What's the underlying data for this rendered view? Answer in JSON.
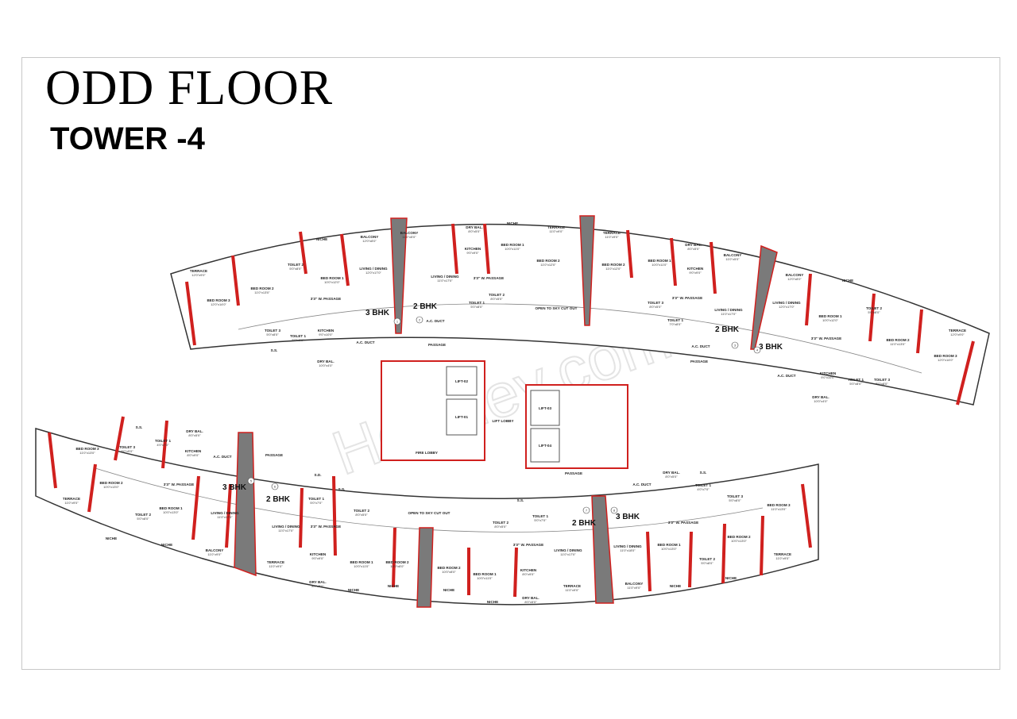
{
  "title": "ODD FLOOR",
  "subtitle": "TOWER -4",
  "watermark": "Housiey.com",
  "colors": {
    "wall_red": "#d0201e",
    "wall_grey": "#7a7a7a",
    "furniture": "#e040e0",
    "niche_blue": "#4a4adf"
  },
  "rooms": [
    {
      "label": "TERRACE",
      "dim": "12'0\"x9'0\""
    },
    {
      "label": "BED ROOM 3",
      "dim": "12'0\"x14'0\""
    },
    {
      "label": "BED ROOM 2",
      "dim": "11'0\"x13'0\""
    },
    {
      "label": "TOILET 2",
      "dim": "5'0\"x8'0\""
    },
    {
      "label": "BED ROOM 1",
      "dim": "10'0\"x12'0\""
    },
    {
      "label": "NICHE",
      "dim": ""
    },
    {
      "label": "BALCONY",
      "dim": "12'0\"x8'0\""
    },
    {
      "label": "LIVING / DINING",
      "dim": "12'0\"x17'0\""
    },
    {
      "label": "3'3\" W. PASSAGE",
      "dim": ""
    },
    {
      "label": "TOILET 3",
      "dim": "5'0\"x8'0\""
    },
    {
      "label": "TOILET 1",
      "dim": "5'0\"x8'0\""
    },
    {
      "label": "KITCHEN",
      "dim": "9'0\"x10'0\""
    },
    {
      "label": "DRY BAL.",
      "dim": "10'0\"x4'0\""
    },
    {
      "label": "S.S.",
      "dim": ""
    },
    {
      "label": "A.C. DUCT",
      "dim": ""
    },
    {
      "label": "BALCONY",
      "dim": "11'0\"x5'0\""
    },
    {
      "label": "DRY BAL.",
      "dim": "8'0\"x5'0\""
    },
    {
      "label": "NICHE",
      "dim": ""
    },
    {
      "label": "TERRACE",
      "dim": "11'0\"x9'0\""
    },
    {
      "label": "KITCHEN",
      "dim": "9'0\"x9'0\""
    },
    {
      "label": "BED ROOM 1",
      "dim": "10'0\"x11'0\""
    },
    {
      "label": "BED ROOM 2",
      "dim": "11'0\"x12'0\""
    },
    {
      "label": "LIVING / DINING",
      "dim": "11'0\"x17'0\""
    },
    {
      "label": "3'3\" W. PASSAGE",
      "dim": ""
    },
    {
      "label": "TOILET 1",
      "dim": "5'0\"x8'0\""
    },
    {
      "label": "TOILET 2",
      "dim": "8'0\"x5'0\""
    },
    {
      "label": "OPEN TO SKY CUT OUT",
      "dim": ""
    },
    {
      "label": "A.C. DUCT",
      "dim": ""
    },
    {
      "label": "PASSAGE",
      "dim": ""
    },
    {
      "label": "TERRACE",
      "dim": "11'0\"x9'0\""
    },
    {
      "label": "BED ROOM 2",
      "dim": "11'0\"x12'0\""
    },
    {
      "label": "BED ROOM 1",
      "dim": "10'0\"x11'0\""
    },
    {
      "label": "DRY BAL.",
      "dim": "8'0\"x5'0\""
    },
    {
      "label": "KITCHEN",
      "dim": "9'0\"x9'0\""
    },
    {
      "label": "BALCONY",
      "dim": "11'0\"x5'0\""
    },
    {
      "label": "3'3\" W. PASSAGE",
      "dim": ""
    },
    {
      "label": "TOILET 3",
      "dim": "8'0\"x5'0\""
    },
    {
      "label": "TOILET 1",
      "dim": "7'0\"x8'0\""
    },
    {
      "label": "LIVING / DINING",
      "dim": "11'0\"x17'0\""
    },
    {
      "label": "A.C. DUCT",
      "dim": ""
    },
    {
      "label": "PASSAGE",
      "dim": ""
    },
    {
      "label": "BALCONY",
      "dim": "12'0\"x8'0\""
    },
    {
      "label": "LIVING / DINING",
      "dim": "12'0\"x17'0\""
    },
    {
      "label": "NICHE",
      "dim": ""
    },
    {
      "label": "BED ROOM 1",
      "dim": "10'0\"x12'0\""
    },
    {
      "label": "TOILET 2",
      "dim": "5'0\"x8'0\""
    },
    {
      "label": "BED ROOM 2",
      "dim": "11'0\"x13'0\""
    },
    {
      "label": "TERRACE",
      "dim": "12'0\"x9'0\""
    },
    {
      "label": "BED ROOM 3",
      "dim": "12'0\"x14'0\""
    },
    {
      "label": "3'3\" W. PASSAGE",
      "dim": ""
    },
    {
      "label": "KITCHEN",
      "dim": "9'0\"x10'0\""
    },
    {
      "label": "TOILET 1",
      "dim": "5'0\"x8'0\""
    },
    {
      "label": "TOILET 3",
      "dim": "5'0\"x8'0\""
    },
    {
      "label": "DRY BAL.",
      "dim": "10'0\"x4'0\""
    },
    {
      "label": "A.C. DUCT",
      "dim": ""
    },
    {
      "label": "BED ROOM 3",
      "dim": "11'0\"x13'0\""
    },
    {
      "label": "TERRACE",
      "dim": "11'0\"x9'0\""
    },
    {
      "label": "S.S.",
      "dim": ""
    },
    {
      "label": "TOILET 3",
      "dim": "8'0\"x5'0\""
    },
    {
      "label": "TOILET 1",
      "dim": "4'0\"x7'0\""
    },
    {
      "label": "DRY BAL.",
      "dim": "8'0\"x5'0\""
    },
    {
      "label": "KITCHEN",
      "dim": "8'0\"x9'0\""
    },
    {
      "label": "A.C. DUCT",
      "dim": ""
    },
    {
      "label": "BED ROOM 2",
      "dim": "10'0\"x13'0\""
    },
    {
      "label": "3'3\" W. PASSAGE",
      "dim": ""
    },
    {
      "label": "TOILET 2",
      "dim": "5'0\"x8'0\""
    },
    {
      "label": "BED ROOM 1",
      "dim": "10'0\"x13'0\""
    },
    {
      "label": "LIVING / DINING",
      "dim": "11'0\"x17'0\""
    },
    {
      "label": "NICHE",
      "dim": ""
    },
    {
      "label": "NICHE",
      "dim": ""
    },
    {
      "label": "BALCONY",
      "dim": "11'0\"x9'0\""
    },
    {
      "label": "PASSAGE",
      "dim": ""
    },
    {
      "label": "TOILET 1",
      "dim": "5'0\"x7'0\""
    },
    {
      "label": "S.D.",
      "dim": ""
    },
    {
      "label": "S.S.",
      "dim": ""
    },
    {
      "label": "TOILET 2",
      "dim": "8'0\"x5'0\""
    },
    {
      "label": "LIVING / DINING",
      "dim": "11'0\"x17'0\""
    },
    {
      "label": "3'3\" W. PASSAGE",
      "dim": ""
    },
    {
      "label": "KITCHEN",
      "dim": "9'0\"x9'0\""
    },
    {
      "label": "TERRACE",
      "dim": "11'0\"x9'0\""
    },
    {
      "label": "DRY BAL.",
      "dim": "8'0\"x5'0\""
    },
    {
      "label": "BED ROOM 1",
      "dim": "10'0\"x11'0\""
    },
    {
      "label": "BED ROOM 2",
      "dim": "10'0\"x8'0\""
    },
    {
      "label": "NICHE",
      "dim": ""
    },
    {
      "label": "NICHE",
      "dim": ""
    },
    {
      "label": "OPEN TO SKY CUT OUT",
      "dim": ""
    },
    {
      "label": "FIRE LOBBY",
      "dim": ""
    },
    {
      "label": "S.S.",
      "dim": ""
    },
    {
      "label": "TOILET 2",
      "dim": "8'0\"x5'0\""
    },
    {
      "label": "TOILET 1",
      "dim": "5'0\"x7'0\""
    },
    {
      "label": "BED ROOM 2",
      "dim": "10'0\"x8'0\""
    },
    {
      "label": "BED ROOM 1",
      "dim": "10'0\"x11'0\""
    },
    {
      "label": "KITCHEN",
      "dim": "8'0\"x9'0\""
    },
    {
      "label": "3'3\" W. PASSAGE",
      "dim": ""
    },
    {
      "label": "LIVING / DINING",
      "dim": "11'0\"x17'0\""
    },
    {
      "label": "TERRACE",
      "dim": "11'0\"x9'0\""
    },
    {
      "label": "DRY BAL.",
      "dim": "8'0\"x5'0\""
    },
    {
      "label": "NICHE",
      "dim": ""
    },
    {
      "label": "NICHE",
      "dim": ""
    },
    {
      "label": "LIVING / DINING",
      "dim": "11'0\"x18'0\""
    },
    {
      "label": "BALCONY",
      "dim": "11'0\"x9'0\""
    },
    {
      "label": "BED ROOM 1",
      "dim": "10'0\"x13'0\""
    },
    {
      "label": "BED ROOM 2",
      "dim": "10'0\"x13'0\""
    },
    {
      "label": "BED ROOM 3",
      "dim": "11'0\"x13'0\""
    },
    {
      "label": "TERRACE",
      "dim": "11'0\"x9'0\""
    },
    {
      "label": "TOILET 1",
      "dim": "4'0\"x7'0\""
    },
    {
      "label": "TOILET 3",
      "dim": "5'0\"x8'0\""
    },
    {
      "label": "DRY BAL.",
      "dim": "8'0\"x5'0\""
    },
    {
      "label": "S.S.",
      "dim": ""
    },
    {
      "label": "TOILET 2",
      "dim": "5'0\"x8'0\""
    },
    {
      "label": "NICHE",
      "dim": ""
    },
    {
      "label": "NICHE",
      "dim": ""
    },
    {
      "label": "3'3\" W. PASSAGE",
      "dim": ""
    },
    {
      "label": "A.C. DUCT",
      "dim": ""
    },
    {
      "label": "PASSAGE",
      "dim": ""
    },
    {
      "label": "LIFT LOBBY",
      "dim": ""
    },
    {
      "label": "LIFT-01",
      "dim": ""
    },
    {
      "label": "LIFT-02",
      "dim": ""
    },
    {
      "label": "LIFT-03",
      "dim": ""
    },
    {
      "label": "LIFT-04",
      "dim": ""
    }
  ],
  "units": [
    {
      "type": "3 BHK",
      "number": "1"
    },
    {
      "type": "2 BHK",
      "number": "2"
    },
    {
      "type": "2 BHK",
      "number": "3"
    },
    {
      "type": "3 BHK",
      "number": "4"
    },
    {
      "type": "3 BHK",
      "number": "5"
    },
    {
      "type": "2 BHK",
      "number": "6"
    },
    {
      "type": "2 BHK",
      "number": "7"
    },
    {
      "type": "3 BHK",
      "number": "8"
    }
  ]
}
